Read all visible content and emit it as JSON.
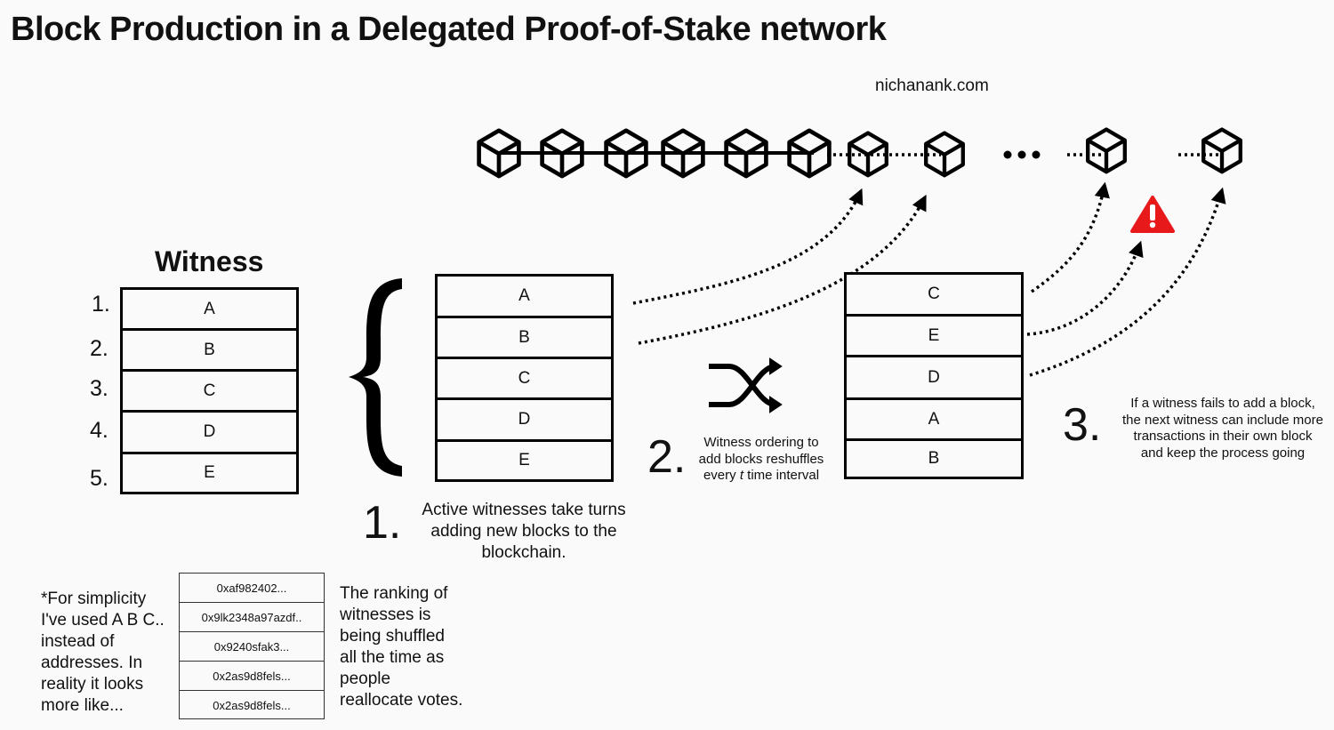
{
  "title": "Block Production in a Delegated Proof-of-Stake network",
  "site": "nichanank.com",
  "chain": {
    "linked_blocks": 6,
    "pending_blocks": 4,
    "ellipsis": "•••",
    "alert_icon": "warning-triangle-icon",
    "alert_color": "#e8191a"
  },
  "witness": {
    "heading": "Witness",
    "ranks": [
      "1.",
      "2.",
      "3.",
      "4.",
      "5."
    ],
    "list": [
      "A",
      "B",
      "C",
      "D",
      "E"
    ]
  },
  "active": {
    "list": [
      "A",
      "B",
      "C",
      "D",
      "E"
    ],
    "step_number": "1.",
    "description": "Active witnesses take turns adding new blocks to the blockchain."
  },
  "shuffle": {
    "icon": "shuffle-icon",
    "step_number": "2.",
    "description_pre": "Witness ordering to add blocks reshuffles every ",
    "description_var": "t",
    "description_post": " time interval"
  },
  "reshuffled": {
    "list": [
      "C",
      "E",
      "D",
      "A",
      "B"
    ],
    "step_number": "3.",
    "description": "If a witness fails to add a block, the next witness can include more transactions in their own block and keep the process going"
  },
  "footnote": {
    "left_lines": [
      "*For simplicity",
      "I've used A B C..",
      "instead of",
      "addresses. In",
      "reality it looks",
      "more like..."
    ],
    "addresses": [
      "0xaf982402...",
      "0x9lk2348a97azdf..",
      "0x9240sfak3...",
      "0x2as9d8fels...",
      "0x2as9d8fels..."
    ],
    "right_lines": [
      "The ranking of",
      "witnesses is",
      "being shuffled",
      "all the time as",
      "people",
      "reallocate votes."
    ]
  }
}
